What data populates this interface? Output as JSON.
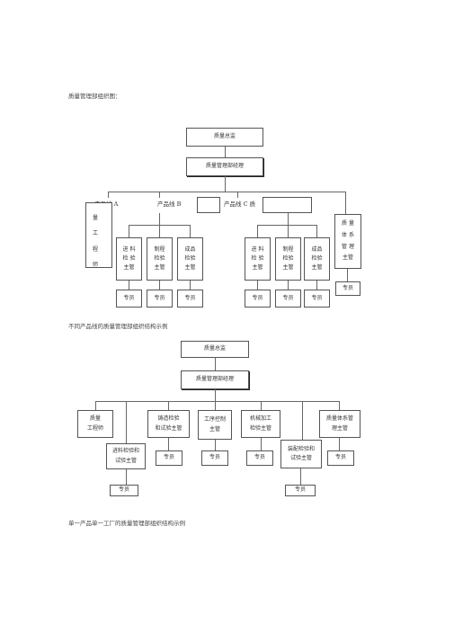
{
  "diagram1": {
    "caption": "质量管理部组织图：",
    "top": "质量总监",
    "manager": "质量管理部经理",
    "line_a": "产品线  A",
    "line_b": "产品线  B",
    "line_c": "产品线  C 质",
    "quality_engineer_vertical": "量\n工\n程\n师",
    "left_boxes": [
      "进 料\n检 验\n主管",
      "制程\n检验\n主管",
      "成品\n检验\n主管"
    ],
    "right_boxes": [
      "进 料\n检 验\n主管",
      "制程\n检验\n主管",
      "成品\n检验\n主管"
    ],
    "system_box": "质 量\n体 系\n管 理\n主管",
    "staff": "专员",
    "bottom_caption": "不同产品线的质量管理部组织结构示例"
  },
  "diagram2": {
    "top": "质量总监",
    "manager": "质量管理部经理",
    "level2": [
      "质量\n工程师",
      "铸造检验\n和试验主管",
      "工序控制\n主管",
      "机械加工\n检验主管",
      "质量体系管\n理主管"
    ],
    "incoming": "进料检验和\n试验主管",
    "assembly": "装配检验和\n试验主管",
    "staff": "专员",
    "bottom_caption": "单一产品单一工厂的质量管理部组织结构示例"
  }
}
